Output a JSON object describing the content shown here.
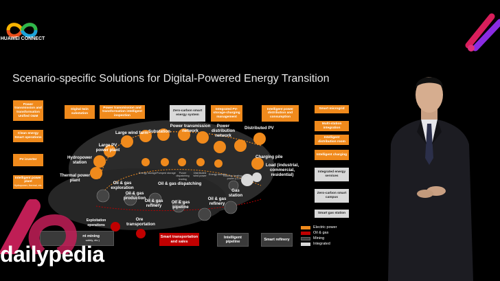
{
  "branding": {
    "huawei_connect": "HUAWEI CONNECT",
    "watermark": "dailypedia"
  },
  "slide": {
    "title": "Scenario-specific Solutions for Digital-Powered Energy Transition",
    "left_boxes": [
      "Power transmission and transformation Unified O&M",
      "Clean energy Smart operations",
      "PV inverter",
      "Intelligent power plant"
    ],
    "left_box_note": "Hydropower, thermal, etc.",
    "top_boxes": [
      "Digital twin substation",
      "Power transmission and transformation intelligent inspection",
      "Zero-carbon smart energy system",
      "Integrated PV-storage-charging management",
      "Intelligent power distribution and consumption"
    ],
    "right_boxes": [
      "Smart microgrid",
      "Multi-station integration",
      "Intelligent distribution room",
      "Intelligent charging",
      "Integrated energy services",
      "Zero-carbon smart campus",
      "Smart gas station"
    ],
    "bottom_boxes": {
      "mining": "nt mining",
      "mining_sub": "safety, etc.)",
      "transport": "Smart transportation and sales",
      "pipeline": "Intelligent pipeline",
      "refinery": "Smart refinery"
    },
    "labels": {
      "wind": "Large wind farm",
      "substation": "Substation",
      "transmission": "Power transmission network",
      "distribution": "Power distribution network",
      "distributed_pv": "Distributed PV",
      "large_pv": "Large PV power plant",
      "hydro": "Hydropower station",
      "thermal": "Thermal power plant",
      "charging": "Charging pile",
      "load": "Load (industrial, commercial, residential)",
      "og_exploration": "Oil & gas exploration",
      "og_dispatching": "Oil & gas dispatching",
      "og_production": "Oil & gas production",
      "og_refinery": "Oil & gas refinery",
      "gas_station": "Gas station",
      "og_pipeline": "Oil & gas pipeline",
      "og_refinery2": "Oil & gas refinery",
      "ore": "Ore transportation",
      "exploitation": "Exploitation operations"
    },
    "small_labels": {
      "energy_storage": "Energy storage",
      "pumped_storage": "Pumped storage",
      "dispatching": "Power dispatching trading",
      "distributed_wind": "Distributed wind power",
      "energy_storage2": "Energy storage",
      "cchp": "Cooling, heating, and power (CCHP)"
    },
    "legend": [
      {
        "label": "Electric power",
        "color": "#f08a1c"
      },
      {
        "label": "Oil & gas",
        "color": "#c00000"
      },
      {
        "label": "Mining",
        "color": "#3a3a3a"
      },
      {
        "label": "Integrated",
        "color": "#d9d9d9"
      }
    ]
  }
}
